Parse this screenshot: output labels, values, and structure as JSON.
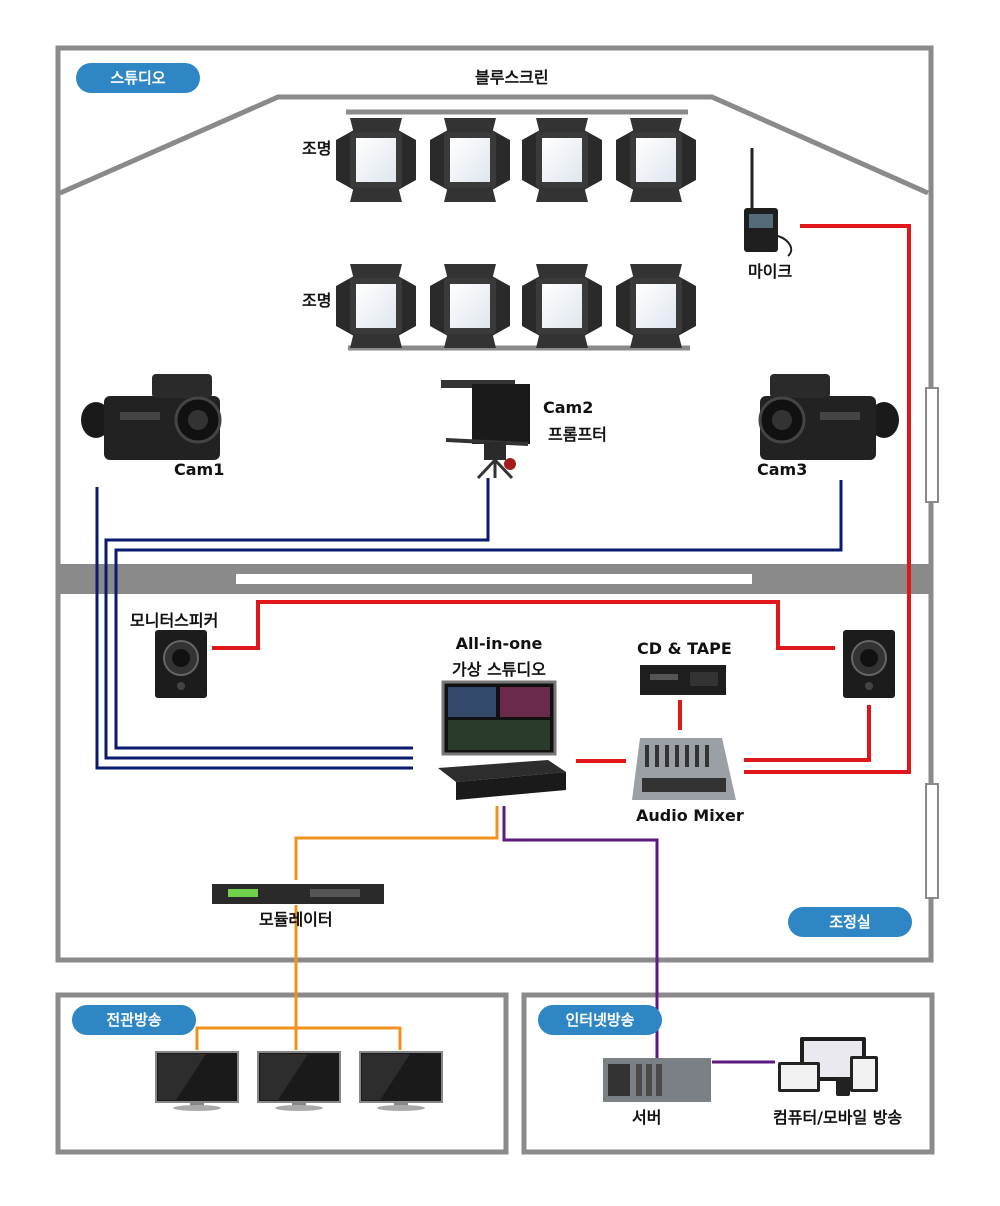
{
  "zones": {
    "studio": "스튜디오",
    "control_room": "조정실",
    "hall_broadcast": "전관방송",
    "internet_broadcast": "인터넷방송"
  },
  "labels": {
    "bluescreen": "블루스크린",
    "lighting_top": "조명",
    "lighting_bottom": "조명",
    "mic": "마이크",
    "cam1": "Cam1",
    "cam2_line1": "Cam2",
    "cam2_line2": "프롬프터",
    "cam3": "Cam3",
    "monitor_speaker": "모니터스피커",
    "allinone_line1": "All-in-one",
    "allinone_line2": "가상 스튜디오",
    "cd_tape": "CD & TAPE",
    "audio_mixer": "Audio Mixer",
    "modulator": "모듈레이터",
    "server": "서버",
    "computer_mobile": "컴퓨터/모바일 방송"
  },
  "colors": {
    "wall": "#8a8a8a",
    "video_cable": "#0a1a6e",
    "audio_cable": "#e0161b",
    "rf_cable": "#f0931e",
    "network_cable": "#5b1a80",
    "zone_pill": "#2f86c4"
  }
}
